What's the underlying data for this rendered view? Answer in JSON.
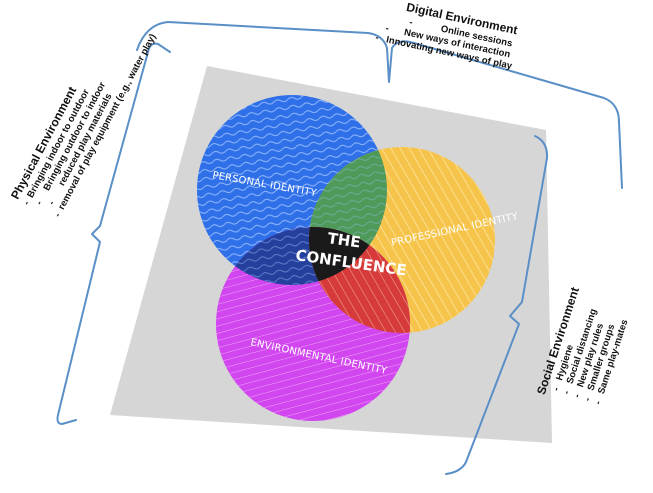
{
  "physical": {
    "heading": "Physical Environment",
    "items": [
      "Bringing indoor to outdoor",
      "Bringing outdoor to indoor",
      "reduced  play materials",
      "removal of play equipment (e.g., water play)"
    ]
  },
  "digital": {
    "heading": "Digital Environment",
    "items": [
      "Online sessions",
      "New ways of interaction",
      "Innovating new ways of play"
    ]
  },
  "social": {
    "heading": "Social Environment",
    "items": [
      "Hygiene",
      "Social distancing",
      "New play rules",
      "Smaller groups",
      "Same play-mates"
    ]
  },
  "venn": {
    "personal": "PERSONAL IDENTITY",
    "professional": "PROFESSIONAL IDENTITY",
    "environmental": "ENVIRONMENTAL IDENTITY",
    "center_line1": "THE",
    "center_line2": "CONFLUENCE",
    "colors": {
      "personal": "#2f6fe8",
      "professional": "#f6c44a",
      "environmental": "#d146ee",
      "center": "#1a1a1a",
      "panel": "#d6d6d6",
      "bracket": "#5a8fc7"
    }
  }
}
